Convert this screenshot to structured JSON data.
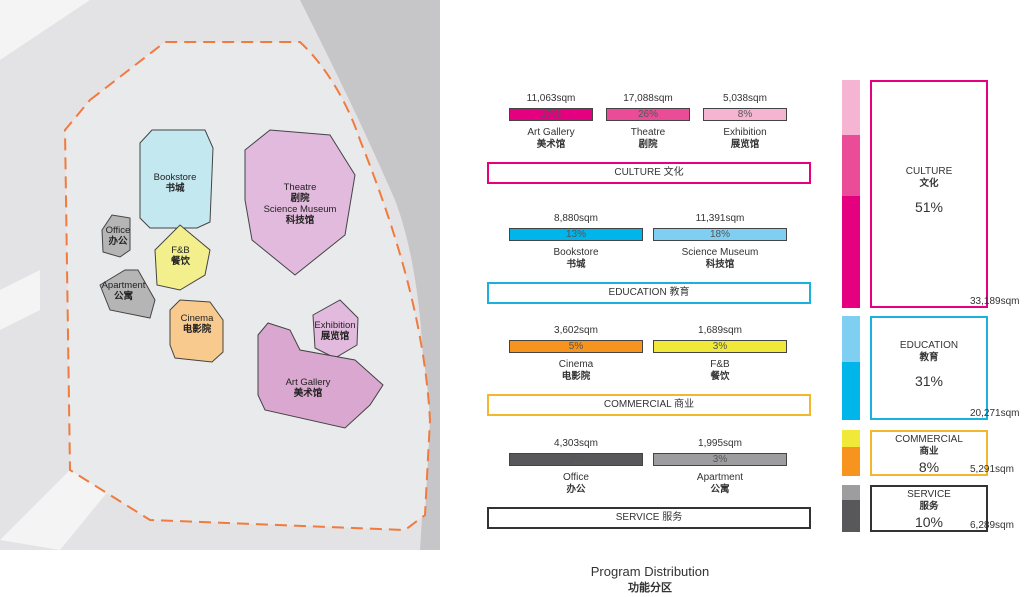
{
  "title": {
    "en": "Program Distribution",
    "cn": "功能分区"
  },
  "map_labels": [
    {
      "en": "Bookstore",
      "cn": "书城"
    },
    {
      "en": "Theatre",
      "cn": "剧院",
      "en2": "Science Museum",
      "cn2": "科技馆"
    },
    {
      "en": "Office",
      "cn": "办公"
    },
    {
      "en": "F&B",
      "cn": "餐饮"
    },
    {
      "en": "Apartment",
      "cn": "公寓"
    },
    {
      "en": "Cinema",
      "cn": "电影院"
    },
    {
      "en": "Exhibition",
      "cn": "展览馆"
    },
    {
      "en": "Art Gallery",
      "cn": "美术馆"
    }
  ],
  "groups": [
    {
      "label": "CULTURE 文化",
      "color": "#e5007f",
      "items": [
        {
          "area": "11,063sqm",
          "pct": "17%",
          "en": "Art Gallery",
          "cn": "美术馆",
          "color": "#e5007f"
        },
        {
          "area": "17,088sqm",
          "pct": "26%",
          "en": "Theatre",
          "cn": "剧院",
          "color": "#ea4c98"
        },
        {
          "area": "5,038sqm",
          "pct": "8%",
          "en": "Exhibition",
          "cn": "展览馆",
          "color": "#f5b5d2"
        }
      ]
    },
    {
      "label": "EDUCATION 教育",
      "color": "#1ab0e0",
      "items": [
        {
          "area": "8,880sqm",
          "pct": "13%",
          "en": "Bookstore",
          "cn": "书城",
          "color": "#00b5ea"
        },
        {
          "area": "11,391sqm",
          "pct": "18%",
          "en": "Science Museum",
          "cn": "科技馆",
          "color": "#7fcff2"
        }
      ]
    },
    {
      "label": "COMMERCIAL 商业",
      "color": "#f2b72a",
      "items": [
        {
          "area": "3,602sqm",
          "pct": "5%",
          "en": "Cinema",
          "cn": "电影院",
          "color": "#f7941d"
        },
        {
          "area": "1,689sqm",
          "pct": "3%",
          "en": "F&B",
          "cn": "餐饮",
          "color": "#f0e93a"
        }
      ]
    },
    {
      "label": "SERVICE    服务",
      "color": "#333333",
      "items": [
        {
          "area": "4,303sqm",
          "pct": "7%",
          "en": "Office",
          "cn": "办公",
          "color": "#58585a"
        },
        {
          "area": "1,995sqm",
          "pct": "3%",
          "en": "Apartment",
          "cn": "公寓",
          "color": "#9d9d9f"
        }
      ]
    }
  ],
  "summary": [
    {
      "en": "CULTURE",
      "cn": "文化",
      "pct": "51%",
      "area": "33,189sqm",
      "color": "#e5007f"
    },
    {
      "en": "EDUCATION",
      "cn": "教育",
      "pct": "31%",
      "area": "20,271sqm",
      "color": "#1ab0e0"
    },
    {
      "en": "COMMERCIAL",
      "cn": "商业",
      "pct": "8%",
      "area": "5,291sqm",
      "color": "#f2b72a"
    },
    {
      "en": "SERVICE",
      "cn": "服务",
      "pct": "10%",
      "area": "6,289sqm",
      "color": "#333333"
    }
  ]
}
